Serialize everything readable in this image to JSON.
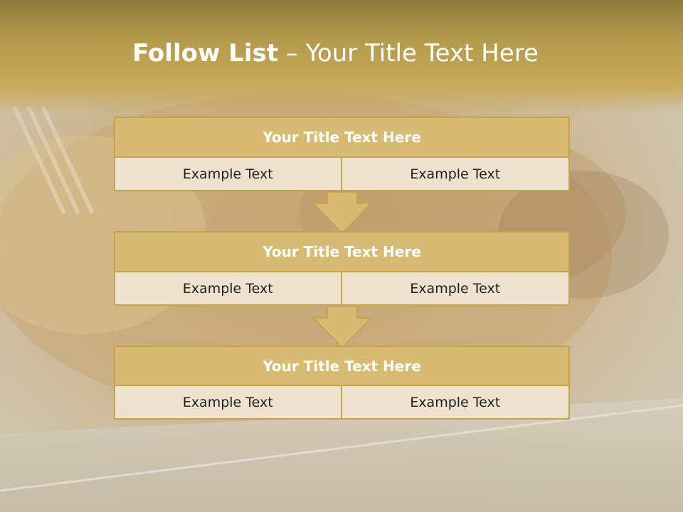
{
  "colors": {
    "header": "#b39a4c",
    "block_title_fill": "#d8bb72",
    "block_border": "#c6a24f",
    "cell_fill": "#efe3cf",
    "arrow_fill": "#d8bb72"
  },
  "title": {
    "bold": "Follow List",
    "rest": "  – Your Title Text Here"
  },
  "blocks": [
    {
      "title": "Your Title Text Here",
      "left": "Example Text",
      "right": "Example Text"
    },
    {
      "title": "Your Title Text Here",
      "left": "Example Text",
      "right": "Example Text"
    },
    {
      "title": "Your Title Text Here",
      "left": "Example Text",
      "right": "Example Text"
    }
  ],
  "connectors": [
    "arrow-down-icon",
    "arrow-down-icon"
  ]
}
